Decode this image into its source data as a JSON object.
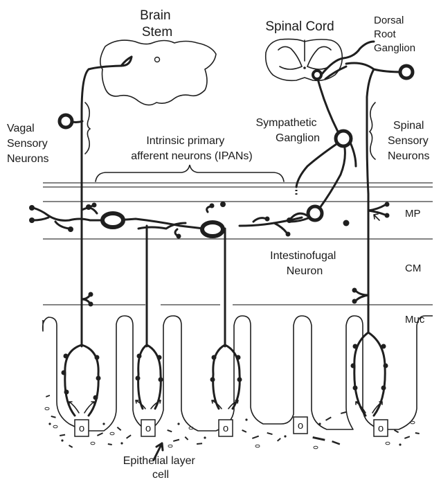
{
  "labels": {
    "brain_stem": [
      "Brain",
      "Stem"
    ],
    "spinal_cord": "Spinal Cord",
    "dorsal_root_ganglion": [
      "Dorsal",
      "Root",
      "Ganglion"
    ],
    "vagal_sensory_neurons": [
      "Vagal",
      "Sensory",
      "Neurons"
    ],
    "sympathetic_ganglion": [
      "Sympathetic",
      "Ganglion"
    ],
    "spinal_sensory_neurons": [
      "Spinal",
      "Sensory",
      "Neurons"
    ],
    "ipans": [
      "Intrinsic primary",
      "afferent neurons (IPANs)"
    ],
    "intestinofugal_neuron": [
      "Intestinofugal",
      "Neuron"
    ],
    "epithelial_cell": [
      "Epithelial layer",
      "cell"
    ]
  },
  "layers": {
    "mp": "MP",
    "cm": "CM",
    "muc": "Muc"
  },
  "cell_nucleus_glyph": "o"
}
